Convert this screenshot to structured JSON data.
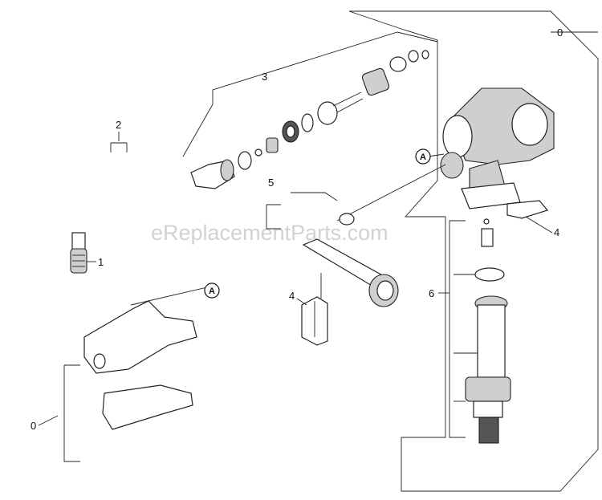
{
  "watermark": "eReplacementParts.com",
  "callouts": {
    "c0_top": "0",
    "c0_bottom": "0",
    "c1": "1",
    "c2": "2",
    "c3": "3",
    "c4_right": "4",
    "c4_mid": "4",
    "c5": "5",
    "c6": "6"
  },
  "reference_marks": {
    "a_upper": "A",
    "a_lower": "A"
  }
}
